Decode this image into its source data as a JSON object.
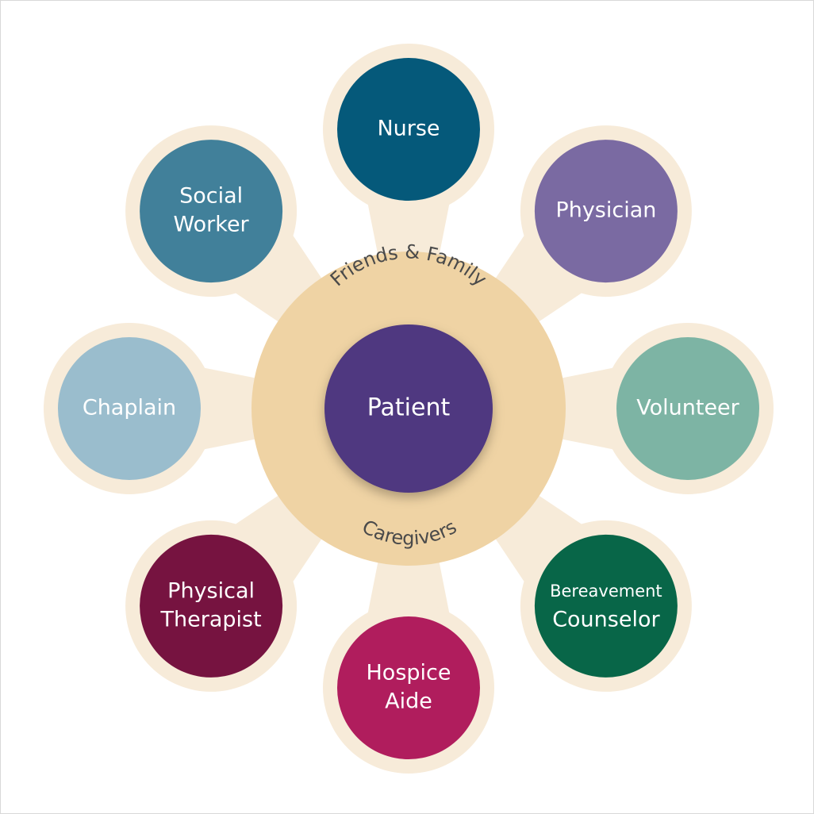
{
  "center": {
    "label": "Patient",
    "color": "#4f3880",
    "ring_color": "#efd3a4",
    "ring_top_label": "Friends & Family",
    "ring_bottom_label": "Caregivers"
  },
  "halo_color": "#f7ebd9",
  "spoke_color": "#f7ebd9",
  "text_color": "#ffffff",
  "members": [
    {
      "id": "nurse",
      "lines": [
        "Nurse"
      ],
      "color": "#05597a"
    },
    {
      "id": "physician",
      "lines": [
        "Physician"
      ],
      "color": "#7a6aa2"
    },
    {
      "id": "volunteer",
      "lines": [
        "Volunteer"
      ],
      "color": "#7db4a4"
    },
    {
      "id": "bereavement-counselor",
      "lines": [
        "Bereavement",
        "Counselor"
      ],
      "color": "#086648"
    },
    {
      "id": "hospice-aide",
      "lines": [
        "Hospice",
        "Aide"
      ],
      "color": "#b01d5d"
    },
    {
      "id": "physical-therapist",
      "lines": [
        "Physical",
        "Therapist"
      ],
      "color": "#761340"
    },
    {
      "id": "chaplain",
      "lines": [
        "Chaplain"
      ],
      "color": "#9abdcd"
    },
    {
      "id": "social-worker",
      "lines": [
        "Social",
        "Worker"
      ],
      "color": "#41809a"
    }
  ]
}
